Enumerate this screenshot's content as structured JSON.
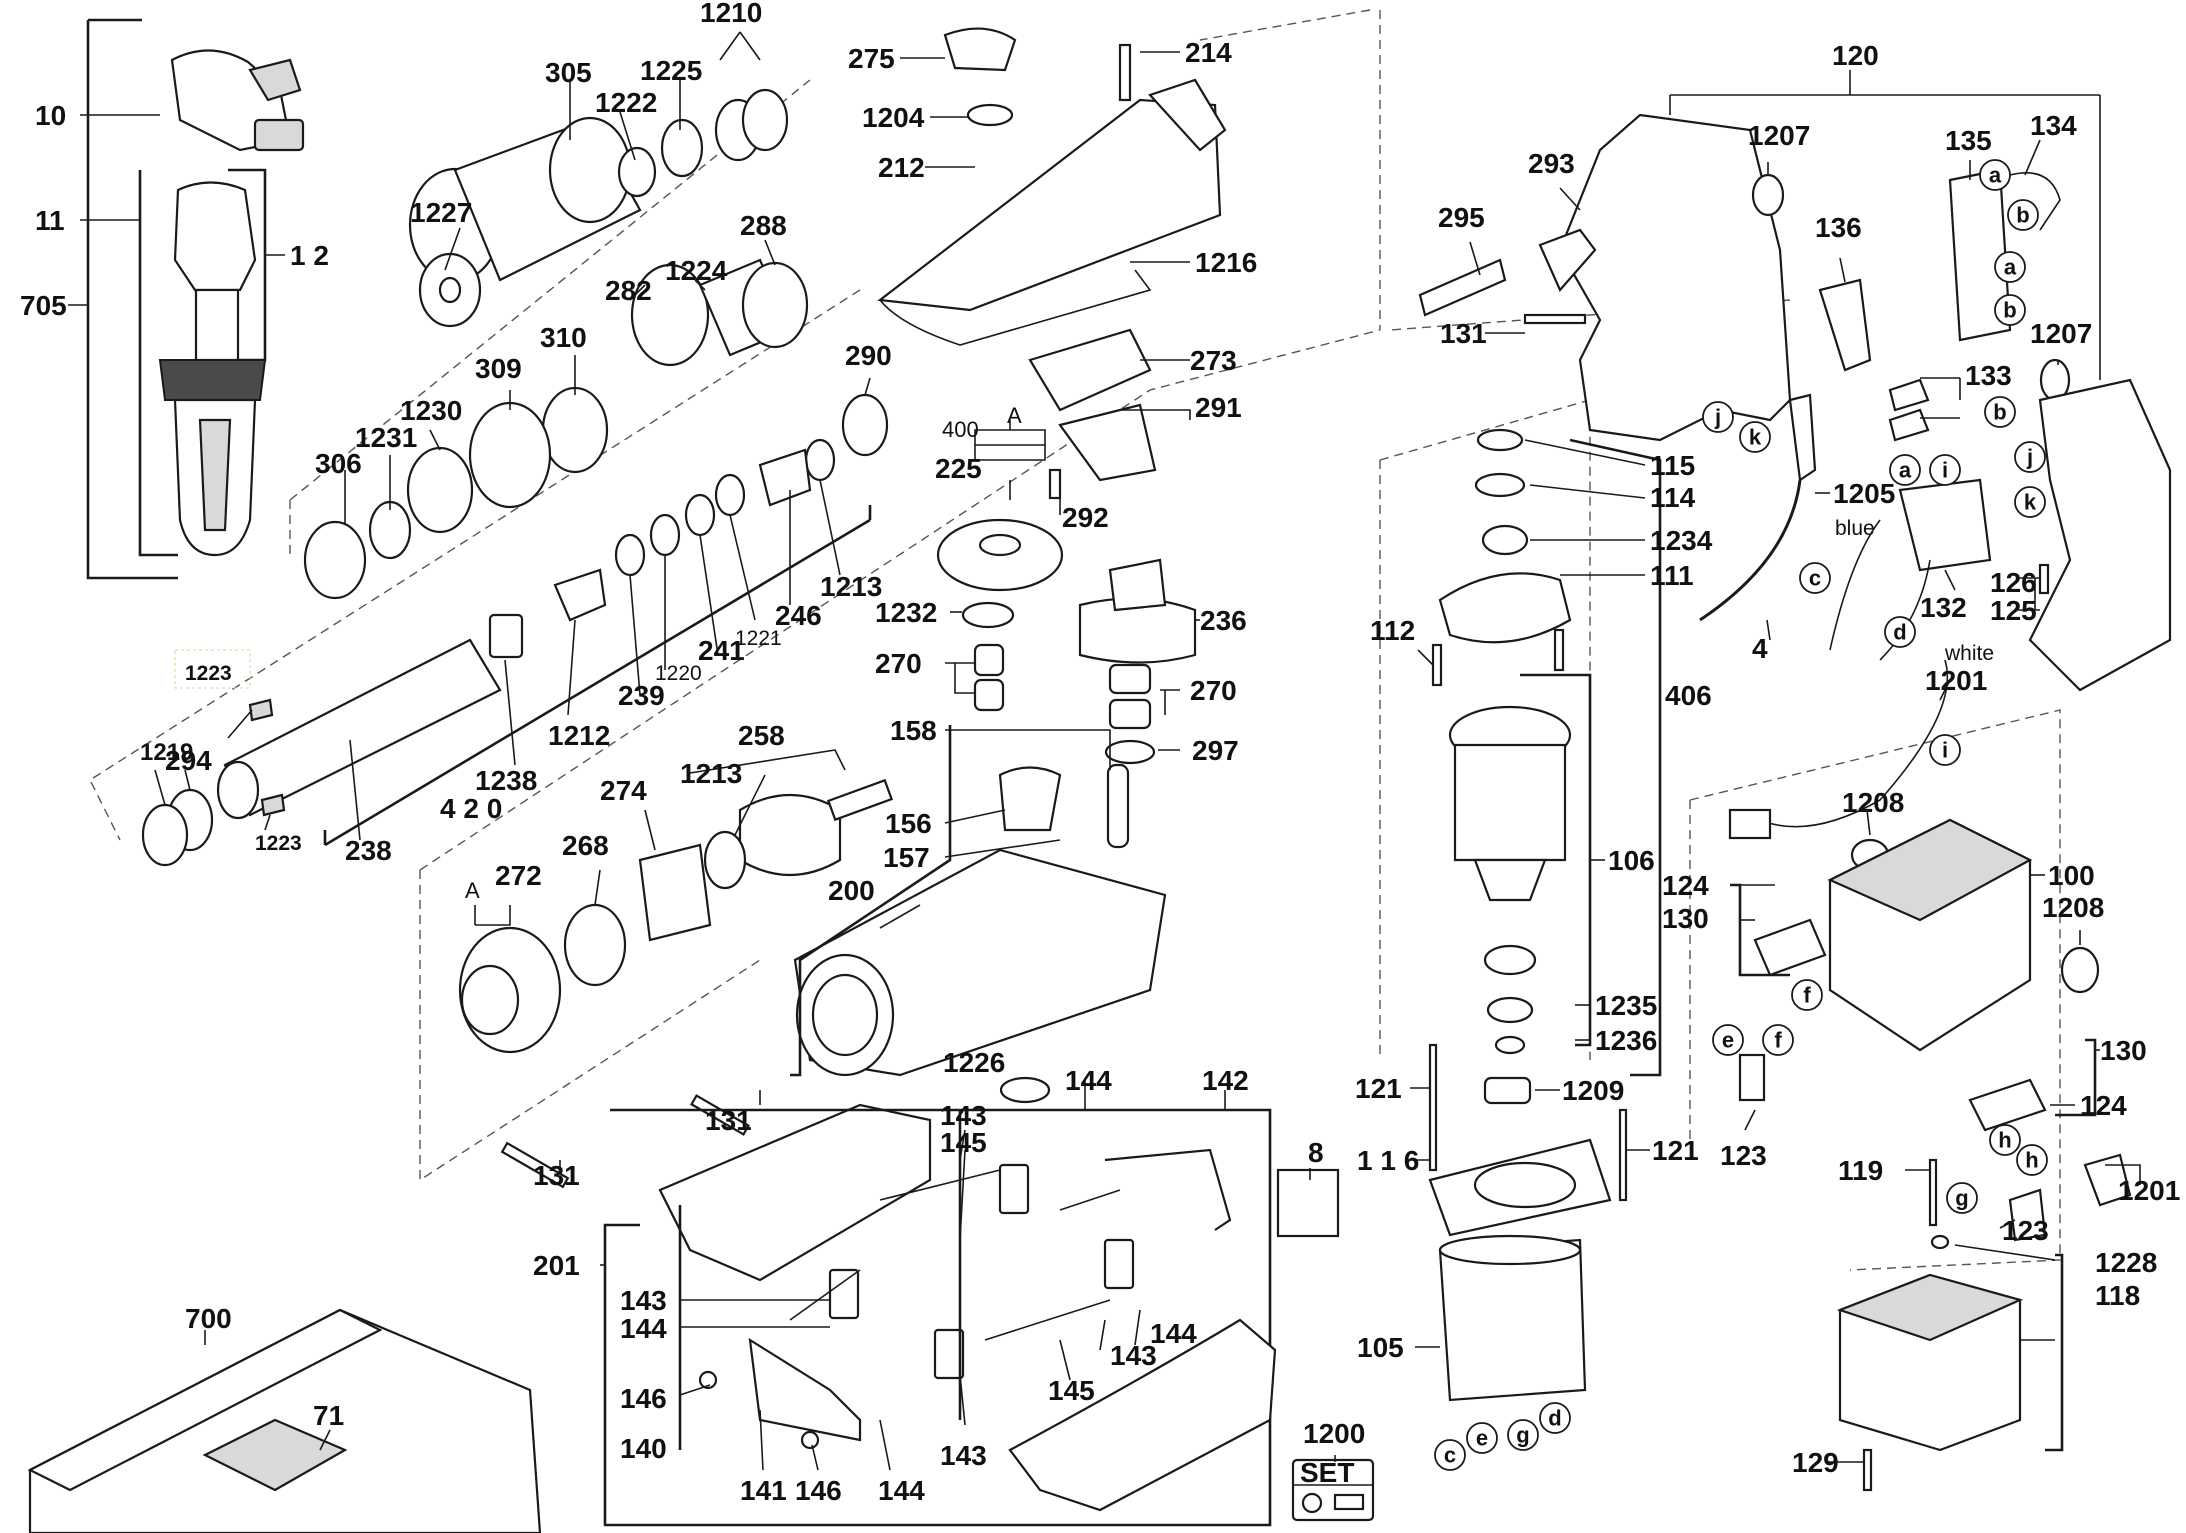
{
  "labels": {
    "n10": "10",
    "n11": "11",
    "n12": "1 2",
    "n705": "705",
    "n1210": "1210",
    "n305": "305",
    "n1225": "1225",
    "n1222": "1222",
    "n1227": "1227",
    "n288": "288",
    "n1224": "1224",
    "n282": "282",
    "n310": "310",
    "n309": "309",
    "n1230": "1230",
    "n1231": "1231",
    "n306": "306",
    "n290": "290",
    "n1213a": "1213",
    "n246": "246",
    "n1221": "1221",
    "n241": "241",
    "n1220": "1220",
    "n239": "239",
    "n1212": "1212",
    "n1238": "1238",
    "n420": "4 2 0",
    "n238": "238",
    "n1223a": "1223",
    "n294": "294",
    "n1219": "1219",
    "n1223b": "1223",
    "n275": "275",
    "n214": "214",
    "n1204": "1204",
    "n212": "212",
    "n1216": "1216",
    "n273": "273",
    "n291": "291",
    "n400": "400",
    "nA1": "A",
    "n225": "225",
    "n292": "292",
    "n1232": "1232",
    "n236": "236",
    "n270a": "270",
    "n270b": "270",
    "n297": "297",
    "n158": "158",
    "n156": "156",
    "n157": "157",
    "n258": "258",
    "n1213b": "1213",
    "n274": "274",
    "n268": "268",
    "n272": "272",
    "nA2": "A",
    "n200": "200",
    "n1226": "1226",
    "n144a": "144",
    "n142": "142",
    "n131a": "131",
    "n131b": "131",
    "n143a": "143",
    "n145a": "145",
    "n8": "8",
    "n201": "201",
    "n143b": "143",
    "n144b": "144",
    "n144c": "144",
    "n143c": "143",
    "n145b": "145",
    "n146a": "146",
    "n140": "140",
    "n141": "141",
    "n146b": "146",
    "n144d": "144",
    "n143d": "143",
    "n1200": "1200",
    "nSET": "SET",
    "n700": "700",
    "n71": "71",
    "n120": "120",
    "n293": "293",
    "n1207a": "1207",
    "n135": "135",
    "n134": "134",
    "n295": "295",
    "n136": "136",
    "n131c": "131",
    "n1207b": "1207",
    "n133": "133",
    "n115": "115",
    "n114": "114",
    "n1205": "1205",
    "n1234": "1234",
    "n111": "111",
    "n126": "126",
    "n125": "125",
    "n132": "132",
    "n112": "112",
    "n4": "4",
    "n406": "406",
    "n1201a": "1201",
    "n106": "106",
    "n1208a": "1208",
    "n100": "100",
    "n124a": "124",
    "n130a": "130",
    "n1208b": "1208",
    "n1235": "1235",
    "n1236": "1236",
    "n130b": "130",
    "n121a": "121",
    "n1209": "1209",
    "n124b": "124",
    "n123a": "123",
    "n116": "1 1 6",
    "n121b": "121",
    "n119": "119",
    "n1201b": "1201",
    "n123b": "123",
    "n1228": "1228",
    "n118": "118",
    "n105": "105",
    "n129": "129",
    "wire_blue": "blue",
    "wire_white": "white"
  },
  "letters": {
    "a1": "a",
    "b1": "b",
    "a2": "a",
    "b2": "b",
    "j1": "j",
    "k1": "k",
    "b3": "b",
    "a3": "a",
    "i1": "i",
    "j2": "j",
    "k2": "k",
    "c1": "c",
    "d1": "d",
    "i2": "i",
    "f1": "f",
    "e1": "e",
    "f2": "f",
    "h1": "h",
    "h2": "h",
    "g1": "g",
    "c2": "c",
    "e2": "e",
    "g2": "g",
    "d2": "d"
  }
}
